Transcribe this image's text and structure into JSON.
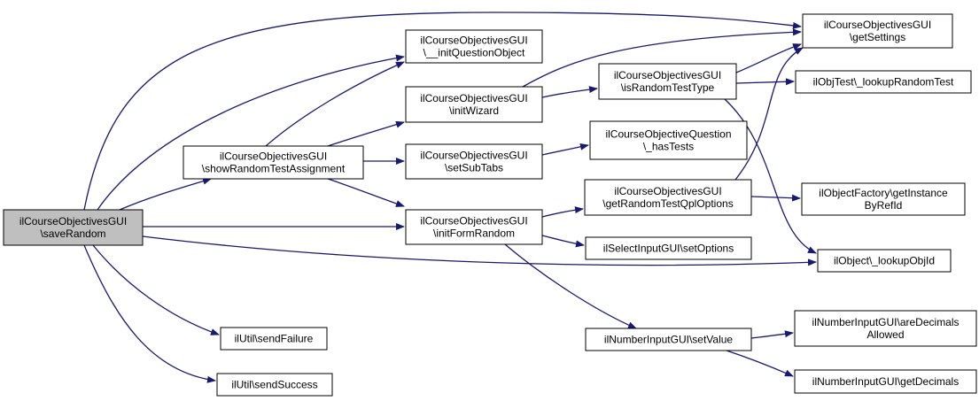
{
  "colors": {
    "edge": "#191970",
    "node_fill": "#ffffff",
    "focus_fill": "#bfbfbf",
    "border": "#000000"
  },
  "nodes": [
    {
      "id": "saveRandom",
      "lines": [
        "ilCourseObjectivesGUI",
        "\\saveRandom"
      ],
      "focus": true
    },
    {
      "id": "showRandom",
      "lines": [
        "ilCourseObjectivesGUI",
        "\\showRandomTestAssignment"
      ]
    },
    {
      "id": "initQuestion",
      "lines": [
        "ilCourseObjectivesGUI",
        "\\__initQuestionObject"
      ]
    },
    {
      "id": "initWizard",
      "lines": [
        "ilCourseObjectivesGUI",
        "\\initWizard"
      ]
    },
    {
      "id": "setSubTabs",
      "lines": [
        "ilCourseObjectivesGUI",
        "\\setSubTabs"
      ]
    },
    {
      "id": "initFormRandom",
      "lines": [
        "ilCourseObjectivesGUI",
        "\\initFormRandom"
      ]
    },
    {
      "id": "isRandomTestType",
      "lines": [
        "ilCourseObjectivesGUI",
        "\\isRandomTestType"
      ]
    },
    {
      "id": "hasTests",
      "lines": [
        "ilCourseObjectiveQuestion",
        "\\_hasTests"
      ]
    },
    {
      "id": "getRandomTestQpl",
      "lines": [
        "ilCourseObjectivesGUI",
        "\\getRandomTestQplOptions"
      ]
    },
    {
      "id": "setOptions",
      "lines": [
        "ilSelectInputGUI\\setOptions"
      ]
    },
    {
      "id": "setValue",
      "lines": [
        "ilNumberInputGUI\\setValue"
      ]
    },
    {
      "id": "getSettings",
      "lines": [
        "ilCourseObjectivesGUI",
        "\\getSettings"
      ]
    },
    {
      "id": "lookupRandomTest",
      "lines": [
        "ilObjTest\\_lookupRandomTest"
      ]
    },
    {
      "id": "getInstanceByRefId",
      "lines": [
        "ilObjectFactory\\getInstance",
        "ByRefId"
      ]
    },
    {
      "id": "lookupObjId",
      "lines": [
        "ilObject\\_lookupObjId"
      ]
    },
    {
      "id": "areDecimalsAllowed",
      "lines": [
        "ilNumberInputGUI\\areDecimals",
        "Allowed"
      ]
    },
    {
      "id": "getDecimals",
      "lines": [
        "ilNumberInputGUI\\getDecimals"
      ]
    },
    {
      "id": "sendFailure",
      "lines": [
        "ilUtil\\sendFailure"
      ]
    },
    {
      "id": "sendSuccess",
      "lines": [
        "ilUtil\\sendSuccess"
      ]
    }
  ],
  "edges": [
    [
      "saveRandom",
      "getSettings"
    ],
    [
      "saveRandom",
      "initQuestion"
    ],
    [
      "saveRandom",
      "showRandom"
    ],
    [
      "saveRandom",
      "initFormRandom"
    ],
    [
      "saveRandom",
      "lookupObjId"
    ],
    [
      "saveRandom",
      "sendFailure"
    ],
    [
      "saveRandom",
      "sendSuccess"
    ],
    [
      "showRandom",
      "initQuestion"
    ],
    [
      "showRandom",
      "initWizard"
    ],
    [
      "showRandom",
      "setSubTabs"
    ],
    [
      "showRandom",
      "initFormRandom"
    ],
    [
      "initWizard",
      "isRandomTestType"
    ],
    [
      "initWizard",
      "getSettings"
    ],
    [
      "setSubTabs",
      "hasTests"
    ],
    [
      "isRandomTestType",
      "getSettings"
    ],
    [
      "isRandomTestType",
      "lookupRandomTest"
    ],
    [
      "isRandomTestType",
      "lookupObjId"
    ],
    [
      "initFormRandom",
      "getRandomTestQpl"
    ],
    [
      "initFormRandom",
      "setOptions"
    ],
    [
      "initFormRandom",
      "setValue"
    ],
    [
      "getRandomTestQpl",
      "getSettings"
    ],
    [
      "getRandomTestQpl",
      "getInstanceByRefId"
    ],
    [
      "setValue",
      "areDecimalsAllowed"
    ],
    [
      "setValue",
      "getDecimals"
    ]
  ]
}
